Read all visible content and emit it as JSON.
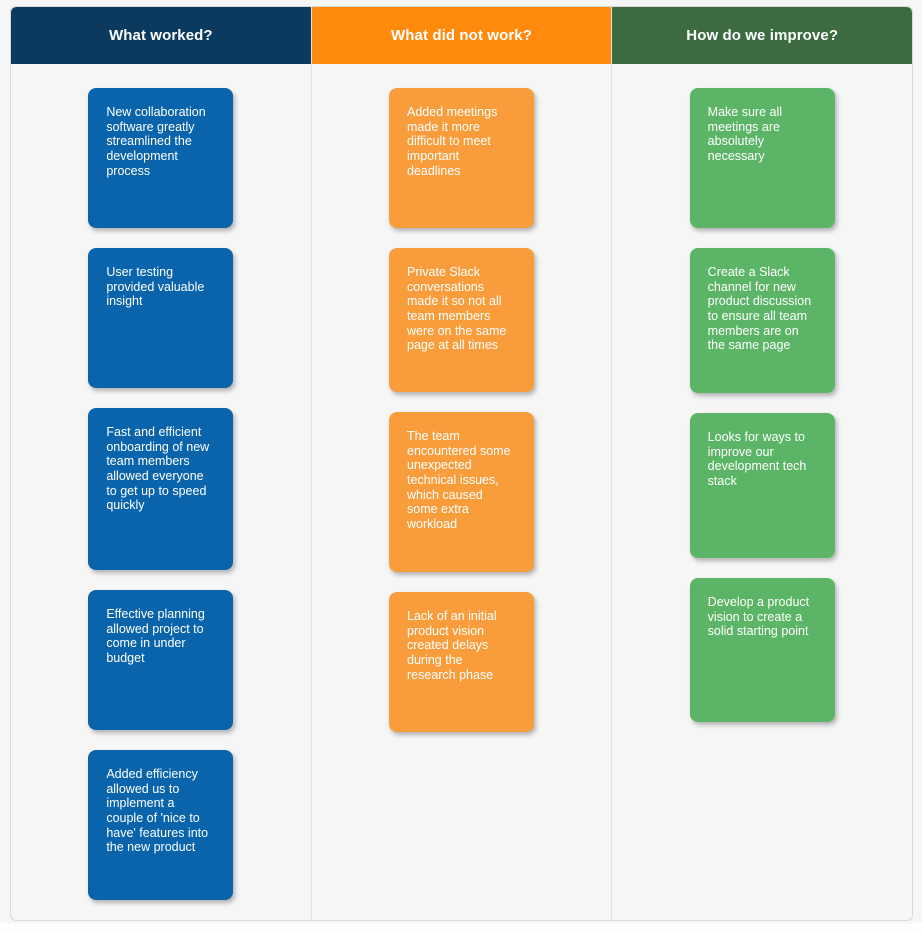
{
  "board": {
    "name": "retrospective-board",
    "background_color": "#f6f6f7",
    "border_color": "#d8d8da",
    "columns": [
      {
        "title": "What worked?",
        "header_color": "#0b3a5e",
        "card_color": "#0a64ab",
        "cards": [
          "New collaboration software greatly streamlined the development process",
          "User testing provided valuable insight",
          "Fast and efficient onboarding of new team members allowed everyone to get up to speed quickly",
          "Effective planning allowed project to come in under budget",
          "Added efficiency allowed us to implement a couple of 'nice to have' features into the new product"
        ]
      },
      {
        "title": "What did not work?",
        "header_color": "#ff8a0e",
        "card_color": "#f99d3c",
        "cards": [
          "Added meetings made it more difficult to meet important deadlines",
          "Private Slack conversations made it so not all team members were on the same page at all times",
          "The team encountered some unexpected technical issues, which caused some extra workload",
          "Lack of an initial product vision created delays during the research phase"
        ]
      },
      {
        "title": "How do we improve?",
        "header_color": "#3c6b40",
        "card_color": "#5cb567",
        "cards": [
          "Make sure all meetings are absolutely necessary",
          "Create a Slack channel for new product discussion to ensure all team members are on the same page",
          "Looks for ways to improve our development tech stack",
          "Develop a product vision to create a solid starting point"
        ]
      }
    ]
  }
}
